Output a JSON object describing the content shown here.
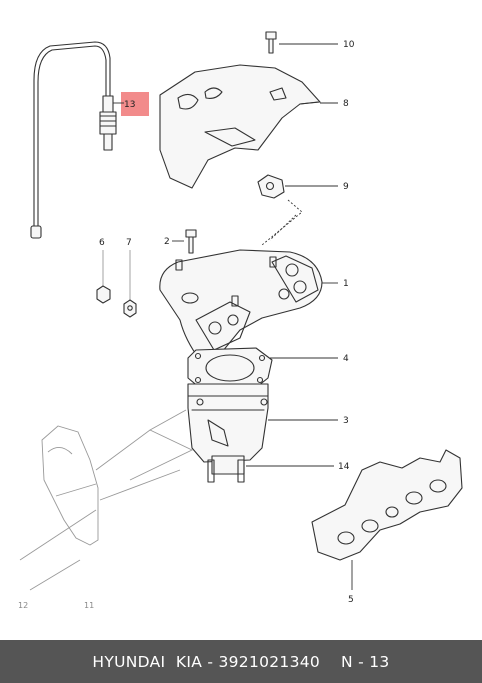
{
  "diagram": {
    "callouts": [
      {
        "id": "c10",
        "text": "10"
      },
      {
        "id": "c8",
        "text": "8"
      },
      {
        "id": "c13",
        "text": "13"
      },
      {
        "id": "c9",
        "text": "9"
      },
      {
        "id": "c6",
        "text": "6"
      },
      {
        "id": "c7",
        "text": "7"
      },
      {
        "id": "c2",
        "text": "2"
      },
      {
        "id": "c1",
        "text": "1"
      },
      {
        "id": "c4",
        "text": "4"
      },
      {
        "id": "c3",
        "text": "3"
      },
      {
        "id": "c14",
        "text": "14"
      },
      {
        "id": "c5",
        "text": "5"
      },
      {
        "id": "c12",
        "text": "12"
      },
      {
        "id": "c11",
        "text": "11"
      }
    ],
    "highlight_color": "#f28b8b"
  },
  "footer": {
    "brand": "HYUNDAI  KIA - 3921021340",
    "ref": "N - 13",
    "bg_color": "#555555"
  }
}
